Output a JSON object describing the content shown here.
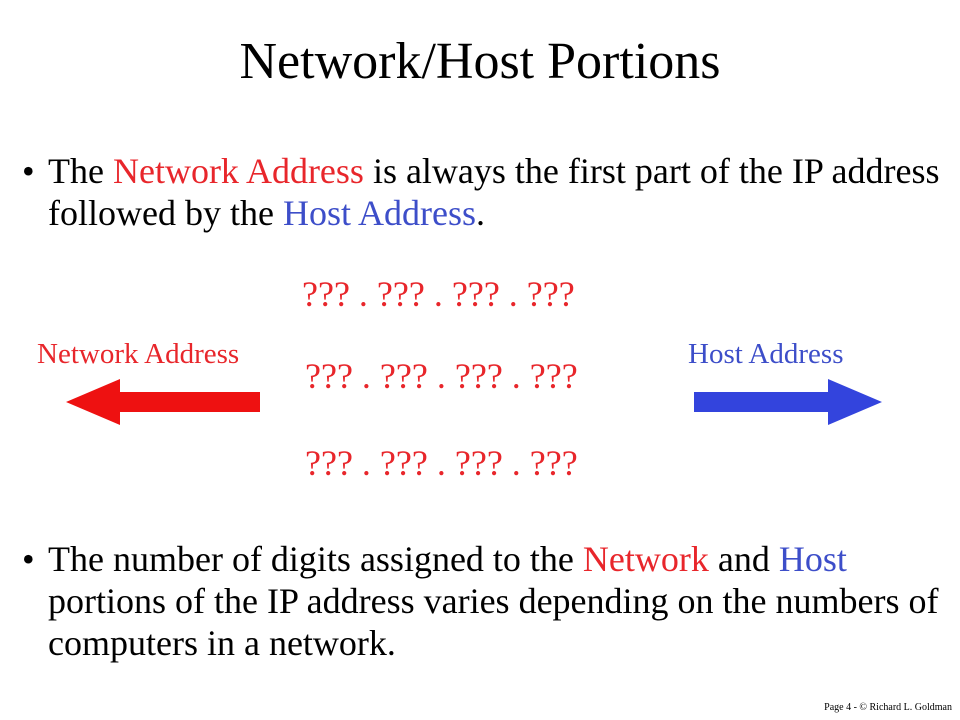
{
  "title": "Network/Host Portions",
  "bullet_marker": "•",
  "bullet1": {
    "part1": "The ",
    "network_address": "Network Address",
    "part2": " is always the first part of the IP address followed by the ",
    "host_address": "Host Address",
    "part3": "."
  },
  "ip_rows": [
    "??? . ??? . ??? . ???",
    "??? . ??? . ??? . ???",
    "??? . ??? . ??? . ???"
  ],
  "labels": {
    "network": "Network Address",
    "host": "Host Address"
  },
  "bullet2": {
    "part1": "The number of digits assigned to the ",
    "network": "Network",
    "part2": " and ",
    "host": "Host",
    "part3": " portions of  the IP address varies depending on the numbers of computers in a network."
  },
  "footer": "Page 4 - © Richard L. Goldman",
  "colors": {
    "network": "#e8262b",
    "host": "#3d4ec9"
  }
}
